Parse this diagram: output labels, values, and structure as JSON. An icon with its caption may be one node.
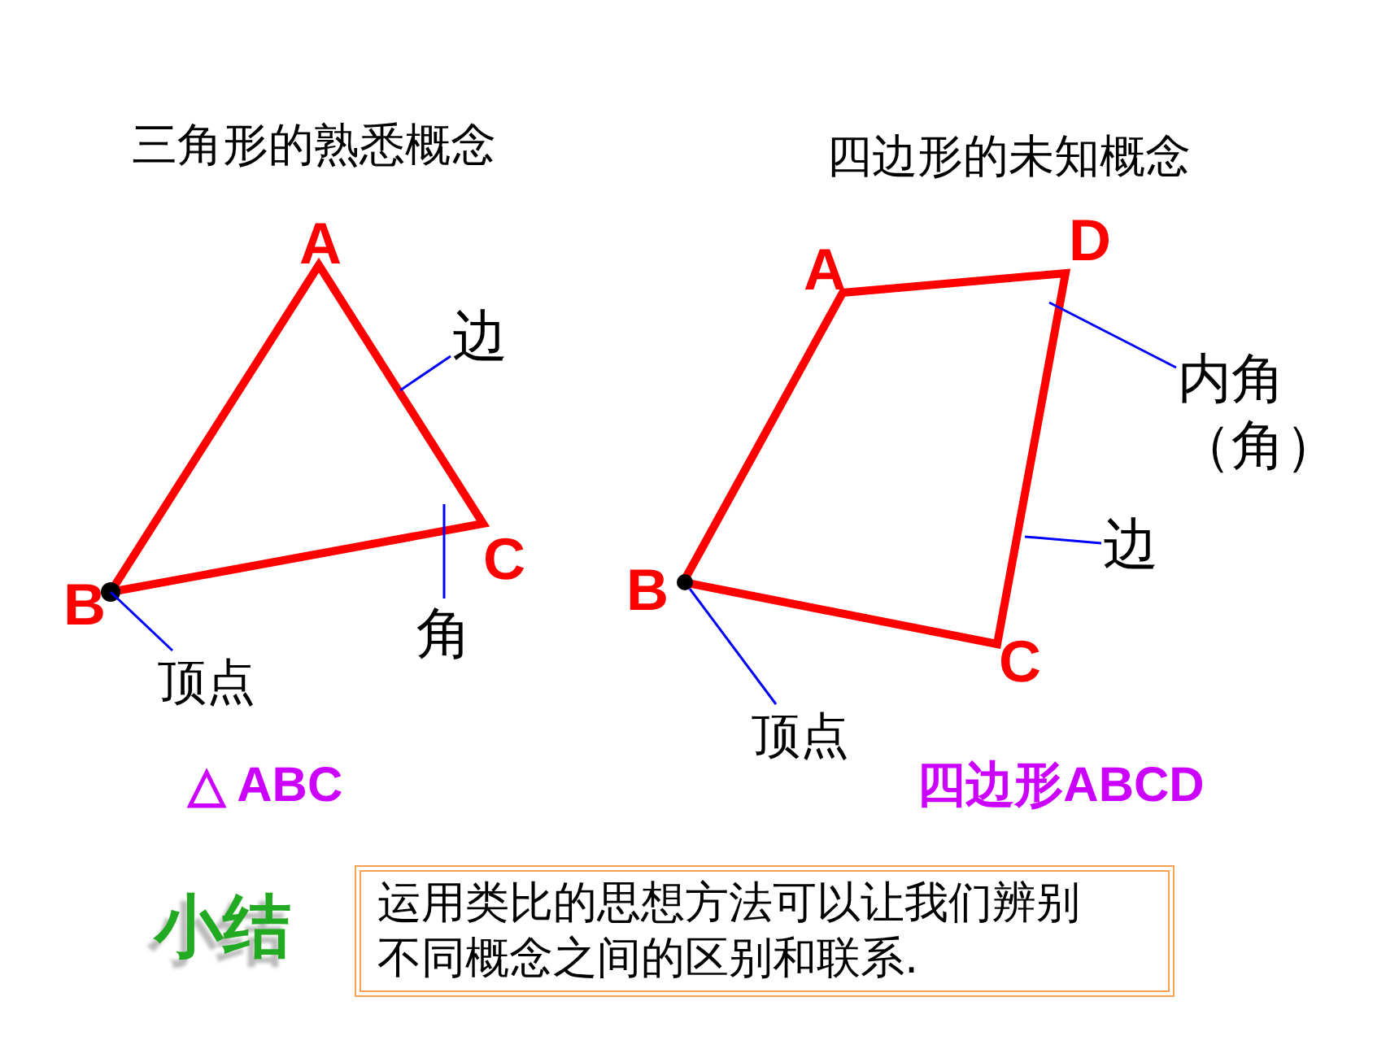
{
  "diagram": {
    "nodes": [
      {
        "text": [
          "边"
        ]
      },
      {
        "text": [
          "角"
        ]
      },
      {
        "text": [
          "顶点"
        ]
      },
      {
        "text": [
          "内角（角）"
        ]
      },
      {
        "text": [
          "边"
        ]
      },
      {
        "text": [
          "顶点"
        ]
      },
      {
        "text": [
          "运用类比的思想方法可以让我们辨别不同概念之间的区别和联系."
        ]
      },
      {
        "text": [],
        "shape": "triangle",
        "beside": [
          "A",
          "B",
          "C"
        ]
      },
      {
        "text": [],
        "shape": "quadrilateral",
        "beside": [
          "A",
          "D",
          "B",
          "C"
        ]
      }
    ],
    "edges": [
      {
        "from": 0,
        "to": 7,
        "arrow": "none"
      },
      {
        "from": 1,
        "to": 7,
        "arrow": "none"
      },
      {
        "from": 2,
        "to": 7,
        "arrow": "none"
      },
      {
        "from": 3,
        "to": 8,
        "arrow": "none"
      },
      {
        "from": 4,
        "to": 8,
        "arrow": "none"
      },
      {
        "from": 5,
        "to": 8,
        "arrow": "none"
      }
    ],
    "labels": [
      "三角形的熟悉概念",
      "四边形的未知概念",
      "△ ABC",
      "四边形ABCD",
      "小结"
    ]
  }
}
